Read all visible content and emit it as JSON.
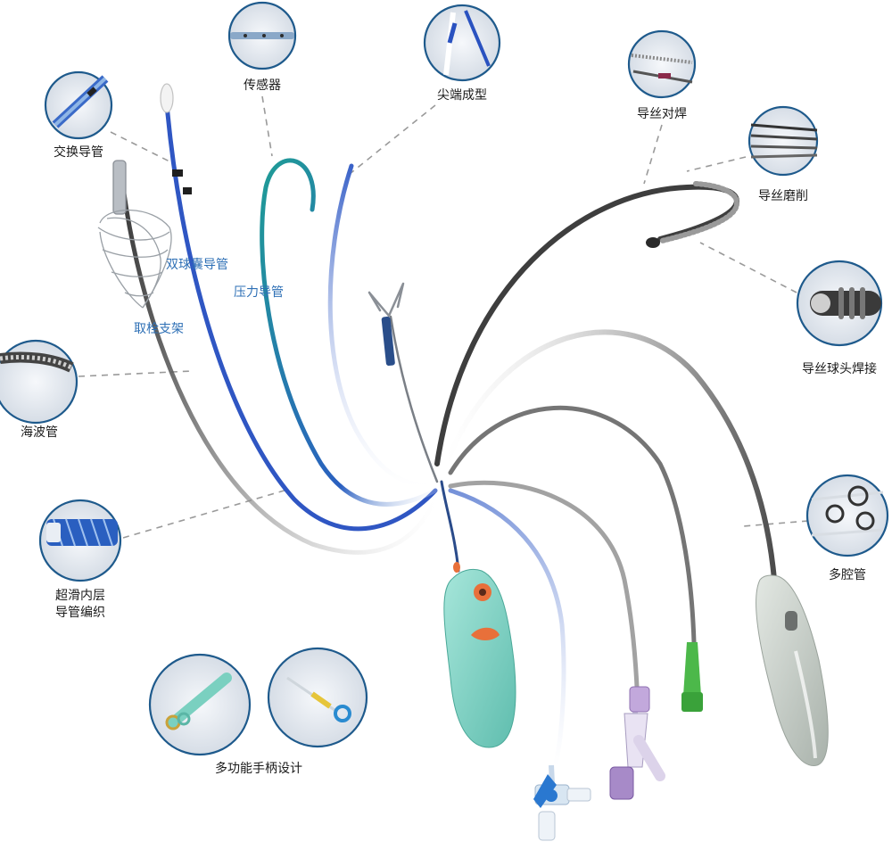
{
  "labels": {
    "sensor": "传感器",
    "tip_shaping": "尖端成型",
    "wire_welding": "导丝对焊",
    "exchange_catheter": "交换导管",
    "wire_grinding": "导丝磨削",
    "double_balloon_catheter": "双球囊导管",
    "pressure_catheter": "压力导管",
    "thrombectomy_stent": "取栓支架",
    "ball_tip_welding": "导丝球头焊接",
    "hypotube": "海波管",
    "multi_lumen_tube": "多腔管",
    "superslick_liner_braid": "超滑内层\n导管编织",
    "multifunction_handle": "多功能手柄设计"
  },
  "colors": {
    "callout_ring": "#1e5a8c",
    "leader_line": "#9a9a9a",
    "catheter_blue": "#2f5fc4",
    "catheter_teal": "#1d9a9a",
    "wire_gray": "#4a4a4a",
    "handle_mint": "#86d6c6",
    "handle_orange": "#e8703a",
    "luer_purple": "#a78ac8",
    "luer_green": "#4cb84a",
    "stopcock_blue": "#2a78d0",
    "handle_gray": "#cfd6d0"
  },
  "icons": [
    "sensor-detail",
    "tip-shaping-detail",
    "wire-welding-detail",
    "exchange-catheter-detail",
    "wire-grinding-detail",
    "ball-tip-detail",
    "hypotube-detail",
    "braid-detail",
    "multi-lumen-detail",
    "handle-design-1",
    "handle-design-2"
  ]
}
